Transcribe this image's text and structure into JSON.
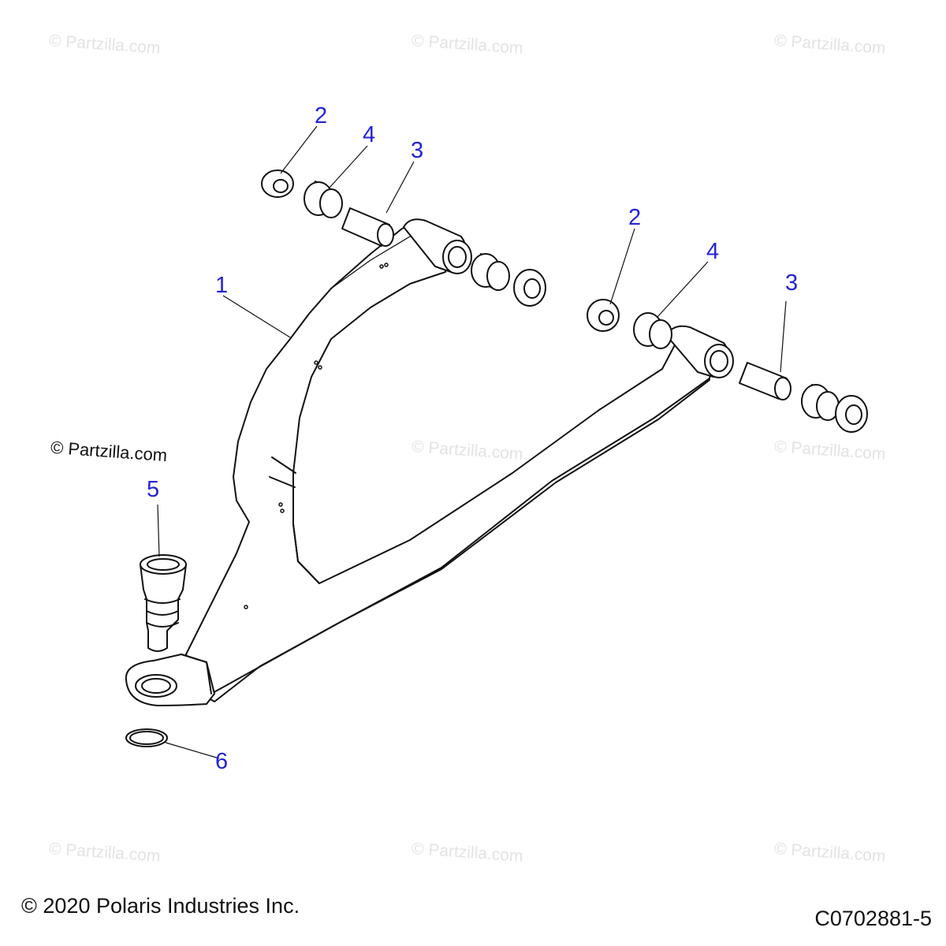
{
  "watermark": "© Partzilla.com",
  "side_watermark": "© Partzilla.com",
  "callouts": {
    "arm": "1",
    "washer_left": "2",
    "spacer_left": "4",
    "sleeve_left": "3",
    "washer_right": "2",
    "spacer_right": "4",
    "sleeve_right": "3",
    "ball_joint": "5",
    "snap_ring": "6"
  },
  "copyright": "© 2020 Polaris Industries Inc.",
  "diagram_code": "C0702881-5",
  "colors": {
    "callout": "#2323d6",
    "line": "#111111",
    "watermark": "#e3e3e3"
  }
}
